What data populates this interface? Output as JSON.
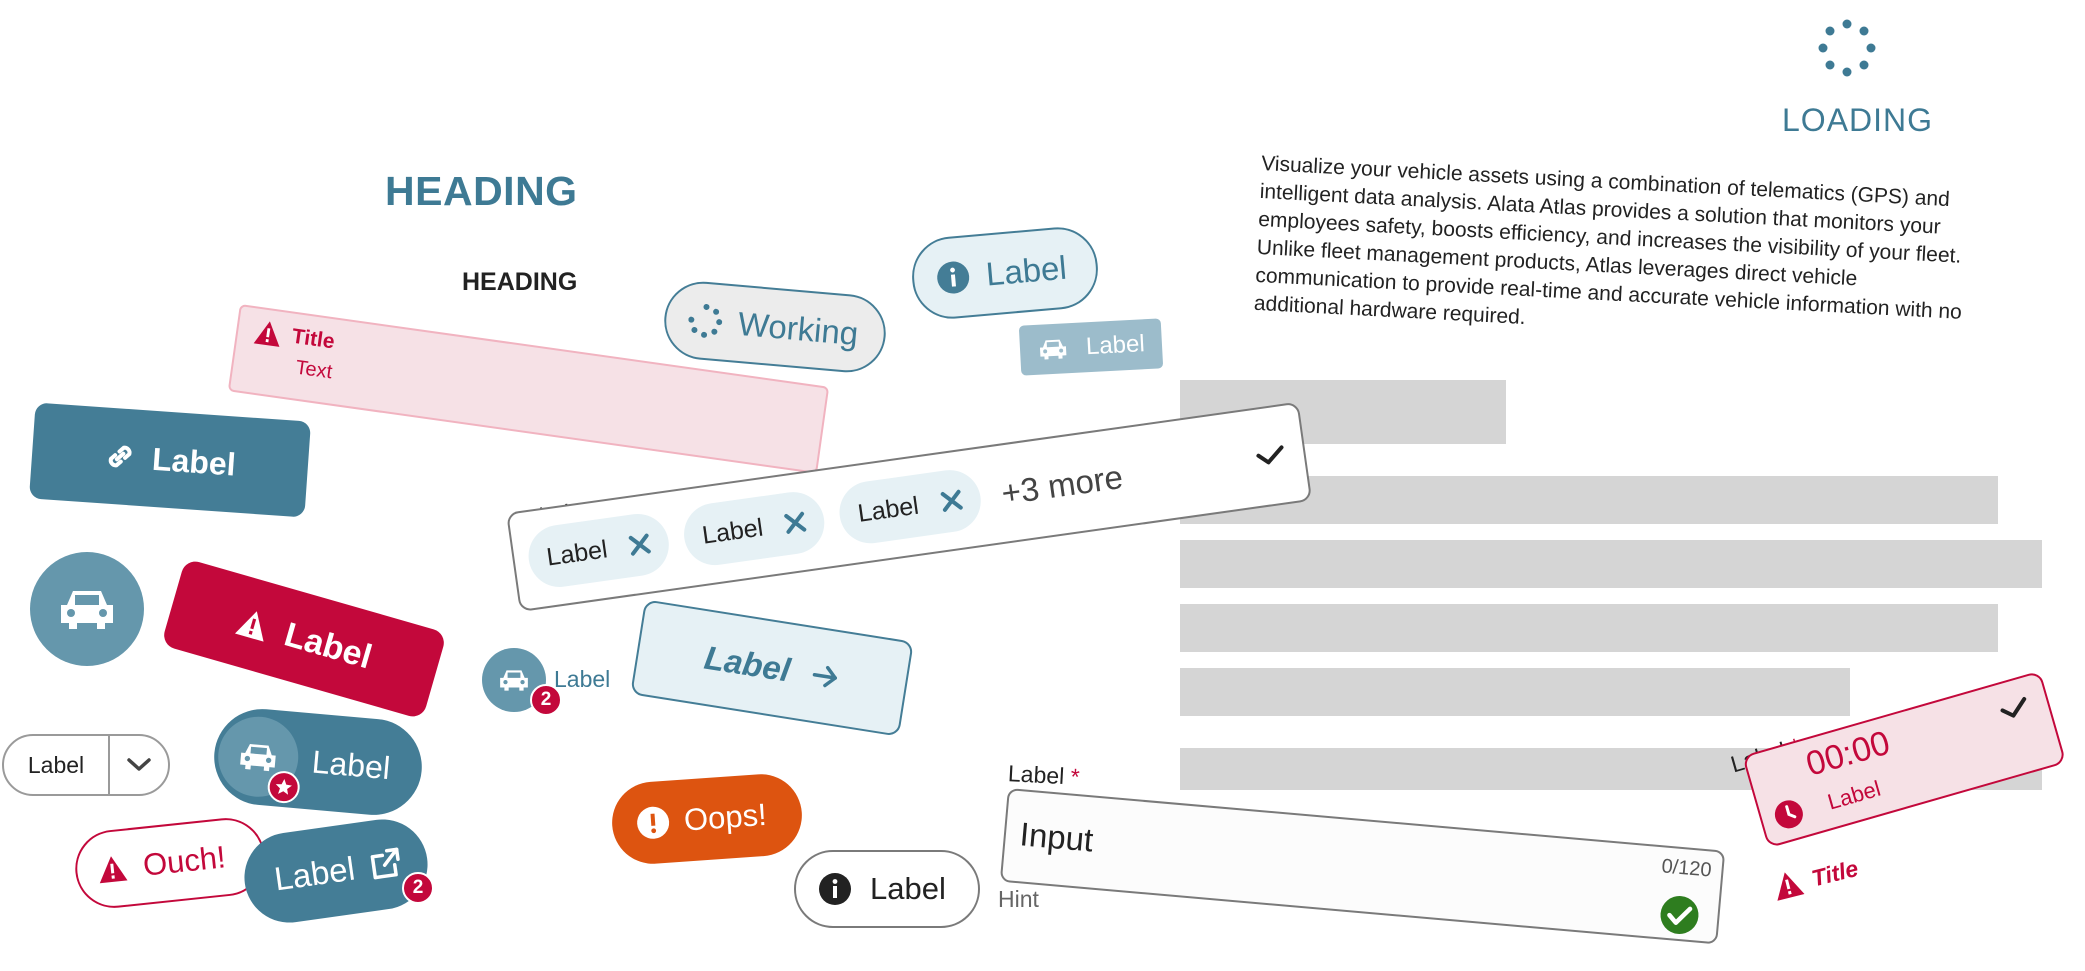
{
  "headings": {
    "large": "HEADING",
    "small": "HEADING"
  },
  "loading": {
    "label": "LOADING"
  },
  "paragraph": "Visualize your vehicle assets using a combination of telematics (GPS) and intelligent data analysis. Alata Atlas provides a solution that monitors your employees safety, boosts efficiency, and increases the visibility of your fleet. Unlike fleet management products, Atlas leverages direct vehicle communication to provide real-time and accurate vehicle information with no additional hardware required.",
  "alert": {
    "title": "Title",
    "text": "Text",
    "icon": "warning-icon"
  },
  "working_pill": {
    "label": "Working",
    "icon": "spinner-icon"
  },
  "info_pill": {
    "label": "Label",
    "icon": "info-icon"
  },
  "car_tag": {
    "label": "Label",
    "icon": "car-icon"
  },
  "link_button": {
    "label": "Label",
    "icon": "link-icon"
  },
  "warn_button": {
    "label": "Label",
    "icon": "warning-icon"
  },
  "select": {
    "value": "Label"
  },
  "avatar_button": {
    "label": "Label"
  },
  "ouch_pill": {
    "label": "Ouch!"
  },
  "external_button": {
    "label": "Label",
    "badge": "2",
    "icon": "external-link-icon"
  },
  "multi_select": {
    "label": "Label",
    "required_mark": "*",
    "chips": [
      {
        "label": "Label"
      },
      {
        "label": "Label"
      },
      {
        "label": "Label"
      }
    ],
    "more": "+3 more"
  },
  "small_car": {
    "label": "Label",
    "badge": "2"
  },
  "arrow_button": {
    "label": "Label"
  },
  "oops_pill": {
    "label": "Oops!"
  },
  "info_button": {
    "label": "Label"
  },
  "hint": "Hint",
  "text_input": {
    "label": "Label",
    "required_mark": "*",
    "value": "Input",
    "counter": "0/120"
  },
  "time_picker": {
    "label": "Label",
    "required_mark": "*",
    "value": "00:00",
    "sub_label": "Label",
    "error_title": "Title"
  },
  "colors": {
    "primary": "#447d96",
    "danger": "#c3083b",
    "warning": "#dd5410",
    "light": "#e6f1f5"
  }
}
